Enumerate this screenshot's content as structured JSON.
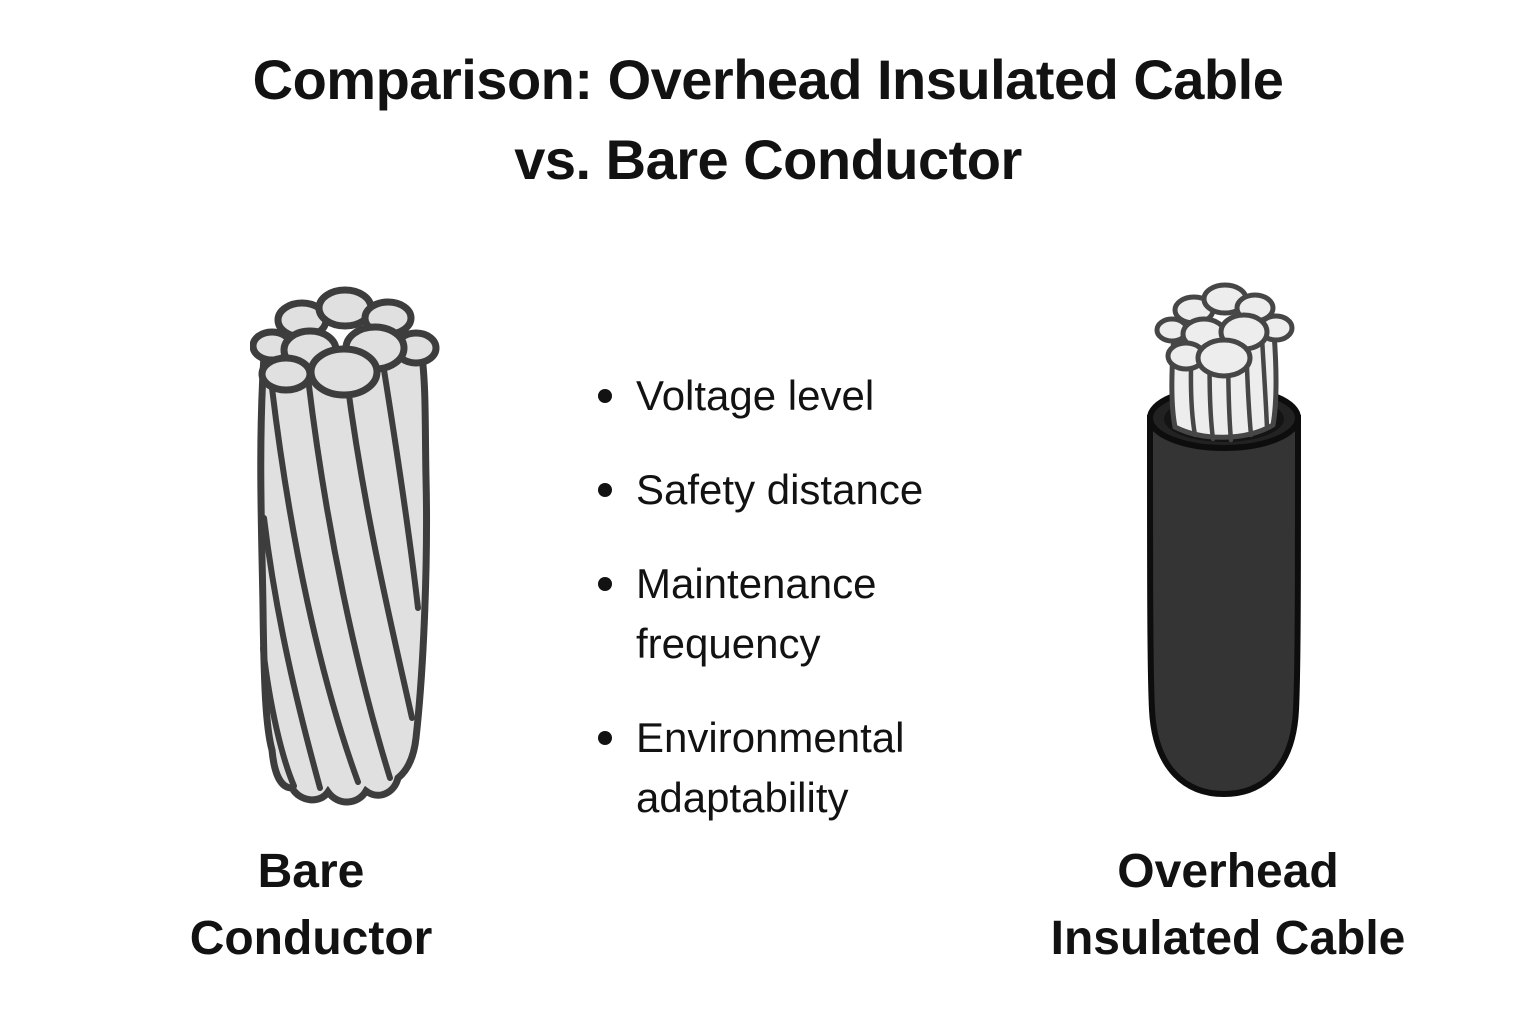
{
  "title": {
    "line1": "Comparison: Overhead Insulated Cable",
    "line2": "vs. Bare Conductor"
  },
  "comparison_points": {
    "items": [
      "Voltage level",
      "Safety distance",
      "Maintenance frequency",
      "Environmental adaptability"
    ]
  },
  "left_figure": {
    "illustration": "bare-stranded-conductor",
    "label_line1": "Bare",
    "label_line2": "Conductor"
  },
  "right_figure": {
    "illustration": "insulated-stranded-cable",
    "label_line1": "Overhead",
    "label_line2": "Insulated Cable"
  },
  "colors": {
    "background": "#ffffff",
    "text_color": "#121212",
    "conductor_fill": "#e0e0e0",
    "conductor_stroke": "#3d3d3d",
    "strand_fill": "#ededed",
    "strand_stroke": "#464646",
    "insulation_fill": "#343434",
    "insulation_rim": "#222222",
    "insulation_opening": "#141414",
    "insulation_outline": "#0d0d0d"
  }
}
